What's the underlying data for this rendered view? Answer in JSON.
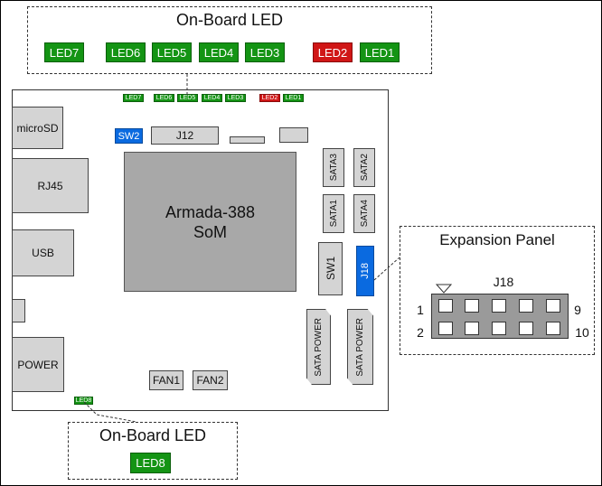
{
  "top_callout": {
    "title": "On-Board LED",
    "leds": [
      "LED7",
      "LED6",
      "LED5",
      "LED4",
      "LED3",
      "LED2",
      "LED1"
    ]
  },
  "board": {
    "small_leds": [
      "LED7",
      "LED6",
      "LED5",
      "LED4",
      "LED3",
      "LED2",
      "LED1"
    ],
    "led8_small": "LED8",
    "microsd": "microSD",
    "rj45": "RJ45",
    "usb": "USB",
    "power": "POWER",
    "sw2": "SW2",
    "j12": "J12",
    "som_line1": "Armada-388",
    "som_line2": "SoM",
    "sata3": "SATA3",
    "sata2": "SATA2",
    "sata1": "SATA1",
    "sata4": "SATA4",
    "sw1": "SW1",
    "j18": "J18",
    "sata_power_1": "SATA POWER",
    "sata_power_2": "SATA POWER",
    "fan1": "FAN1",
    "fan2": "FAN2"
  },
  "expansion_panel": {
    "title": "Expansion Panel",
    "connector": "J18",
    "pin_1": "1",
    "pin_2": "2",
    "pin_9": "9",
    "pin_10": "10"
  },
  "bottom_callout": {
    "title": "On-Board LED",
    "led": "LED8"
  },
  "colors": {
    "led_green": "#149414",
    "led_red": "#d01616",
    "switch_blue": "#0a6ae0",
    "component_gray": "#d4d4d4",
    "som_gray": "#a8a8a8"
  }
}
